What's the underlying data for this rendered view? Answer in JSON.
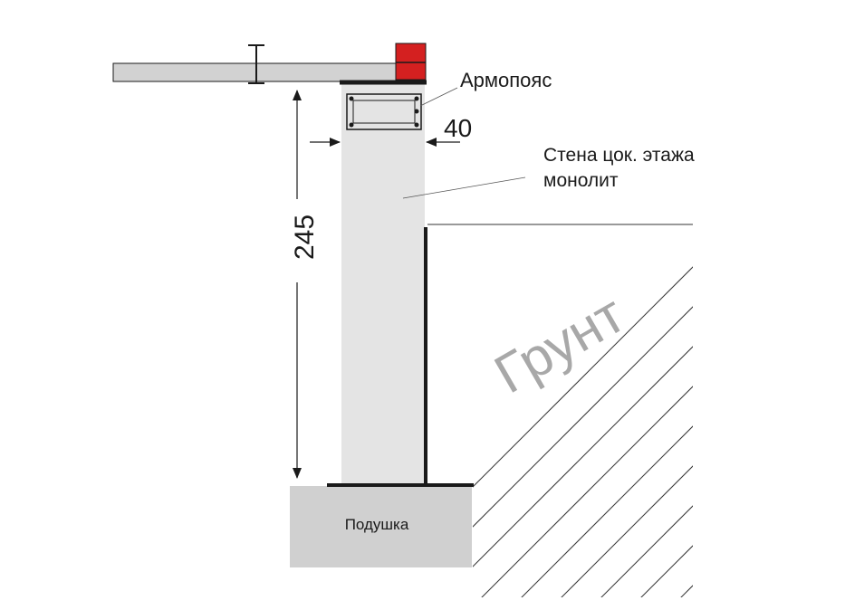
{
  "diagram": {
    "labels": {
      "armopoyas": "Армопояс",
      "wall_thickness": "40",
      "wall_caption_line1": "Стена цок. этажа",
      "wall_caption_line2": "монолит",
      "wall_height": "245",
      "soil": "Грунт",
      "footing": "Подушка"
    },
    "colors": {
      "background": "#ffffff",
      "wall_fill": "#e4e4e4",
      "slab_fill": "#d2d2d2",
      "footing_fill": "#d0d0d0",
      "brick_red": "#d42020",
      "line": "#1a1a1a",
      "soil_text": "#a8a8a8",
      "hatch": "#333333"
    }
  }
}
